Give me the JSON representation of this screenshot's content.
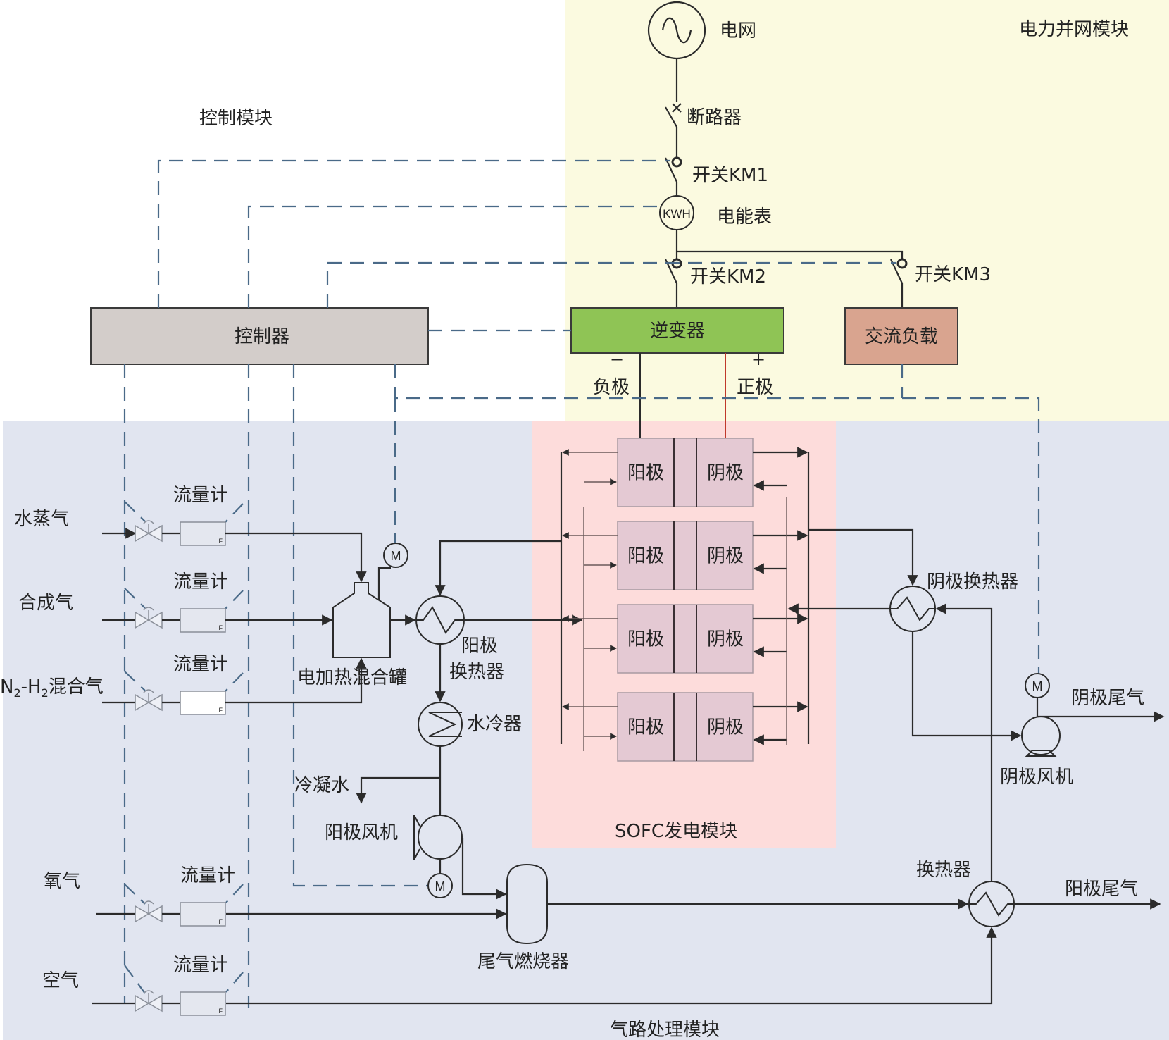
{
  "modules": {
    "power": {
      "label": "电力并网模块",
      "color": "#fbfae0"
    },
    "control": {
      "label": "控制模块",
      "color": "#ffffff"
    },
    "gas": {
      "label": "气路处理模块",
      "color": "#e1e5f0"
    },
    "sofc": {
      "label": "SOFC发电模块",
      "color": "#fddcdb"
    }
  },
  "power": {
    "grid": "电网",
    "breaker": "断路器",
    "km1": "开关KM1",
    "meter": "电能表",
    "meter_symbol": "KWH",
    "km2": "开关KM2",
    "km3": "开关KM3",
    "inverter": {
      "label": "逆变器",
      "color": "#8fc455"
    },
    "ac_load": {
      "label": "交流负载",
      "color": "#d9a48f"
    },
    "minus_sign": "−",
    "plus_sign": "+",
    "negative": "负极",
    "positive": "正极"
  },
  "control": {
    "controller": {
      "label": "控制器",
      "color": "#d3cdca"
    }
  },
  "sofc": {
    "cells": [
      {
        "anode": "阳极",
        "cathode": "阴极"
      },
      {
        "anode": "阳极",
        "cathode": "阴极"
      },
      {
        "anode": "阳极",
        "cathode": "阴极"
      },
      {
        "anode": "阳极",
        "cathode": "阴极"
      }
    ],
    "cell_color": "#e4c9d3"
  },
  "gas": {
    "inlets": [
      {
        "name": "水蒸气",
        "meter": "流量计",
        "meter_tag": "F"
      },
      {
        "name": "合成气",
        "meter": "流量计",
        "meter_tag": "F"
      },
      {
        "name_parts": [
          "N",
          "2",
          "-H",
          "2",
          "混合气"
        ],
        "meter": "流量计",
        "meter_tag": "F"
      },
      {
        "name": "氧气",
        "meter": "流量计",
        "meter_tag": "F"
      },
      {
        "name": "空气",
        "meter": "流量计",
        "meter_tag": "F"
      }
    ],
    "mixer": "电加热混合罐",
    "motor": "M",
    "anode_hx_line1": "阳极",
    "anode_hx_line2": "换热器",
    "water_cooler": "水冷器",
    "condensate": "冷凝水",
    "anode_fan": "阳极风机",
    "burner": "尾气燃烧器",
    "cathode_hx": "阴极换热器",
    "cathode_fan": "阴极风机",
    "cathode_exhaust": "阴极尾气",
    "heat_exchanger": "换热器",
    "anode_exhaust": "阳极尾气"
  }
}
